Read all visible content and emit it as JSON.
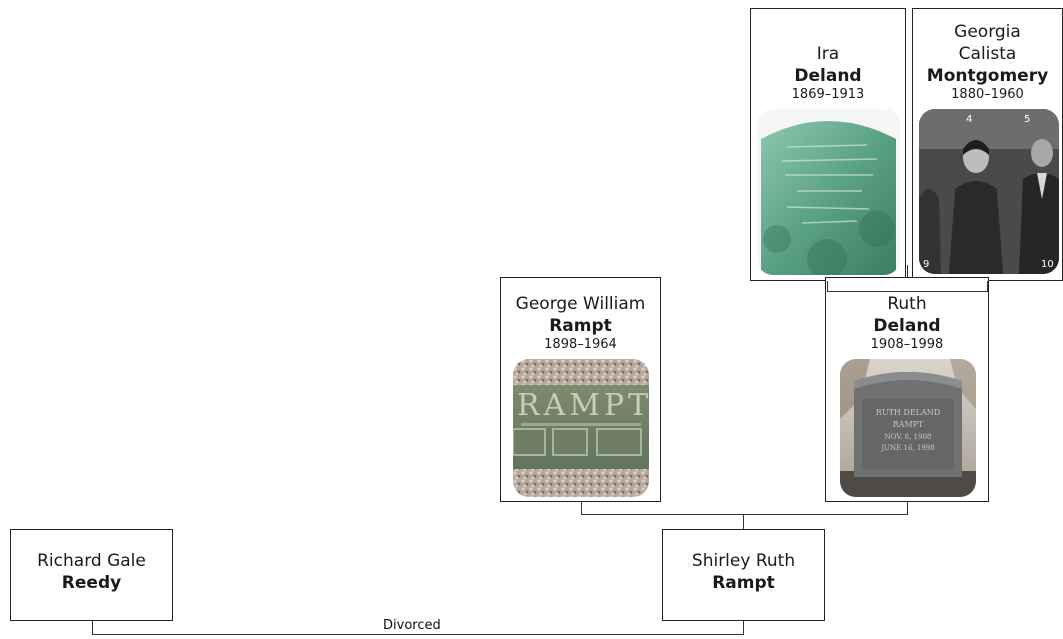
{
  "people": {
    "ira": {
      "given": "Ira",
      "surname": "Deland",
      "years": "1869–1913",
      "photo": "tombstone-photo"
    },
    "georgia": {
      "given_line1": "Georgia",
      "given_line2": "Calista",
      "surname": "Montgomery",
      "years": "1880–1960",
      "photo": "portrait-photo"
    },
    "george": {
      "given": "George William",
      "surname": "Rampt",
      "years": "1898–1964",
      "photo": "grave-plaque-photo"
    },
    "ruth": {
      "given": "Ruth",
      "surname": "Deland",
      "years": "1908–1998",
      "photo": "headstone-photo"
    },
    "richard": {
      "given": "Richard Gale",
      "surname": "Reedy"
    },
    "shirley": {
      "given": "Shirley Ruth",
      "surname": "Rampt"
    }
  },
  "relationships": {
    "richard_shirley_status": "Divorced"
  },
  "photo_text": {
    "ruth_headstone": [
      "RUTH DELAND",
      "RAMPT",
      "NOV. 8, 1908",
      "JUNE 16, 1998"
    ],
    "george_plaque": "RAMPT",
    "georgia_numbers": [
      "4",
      "5",
      "9",
      "10"
    ]
  }
}
